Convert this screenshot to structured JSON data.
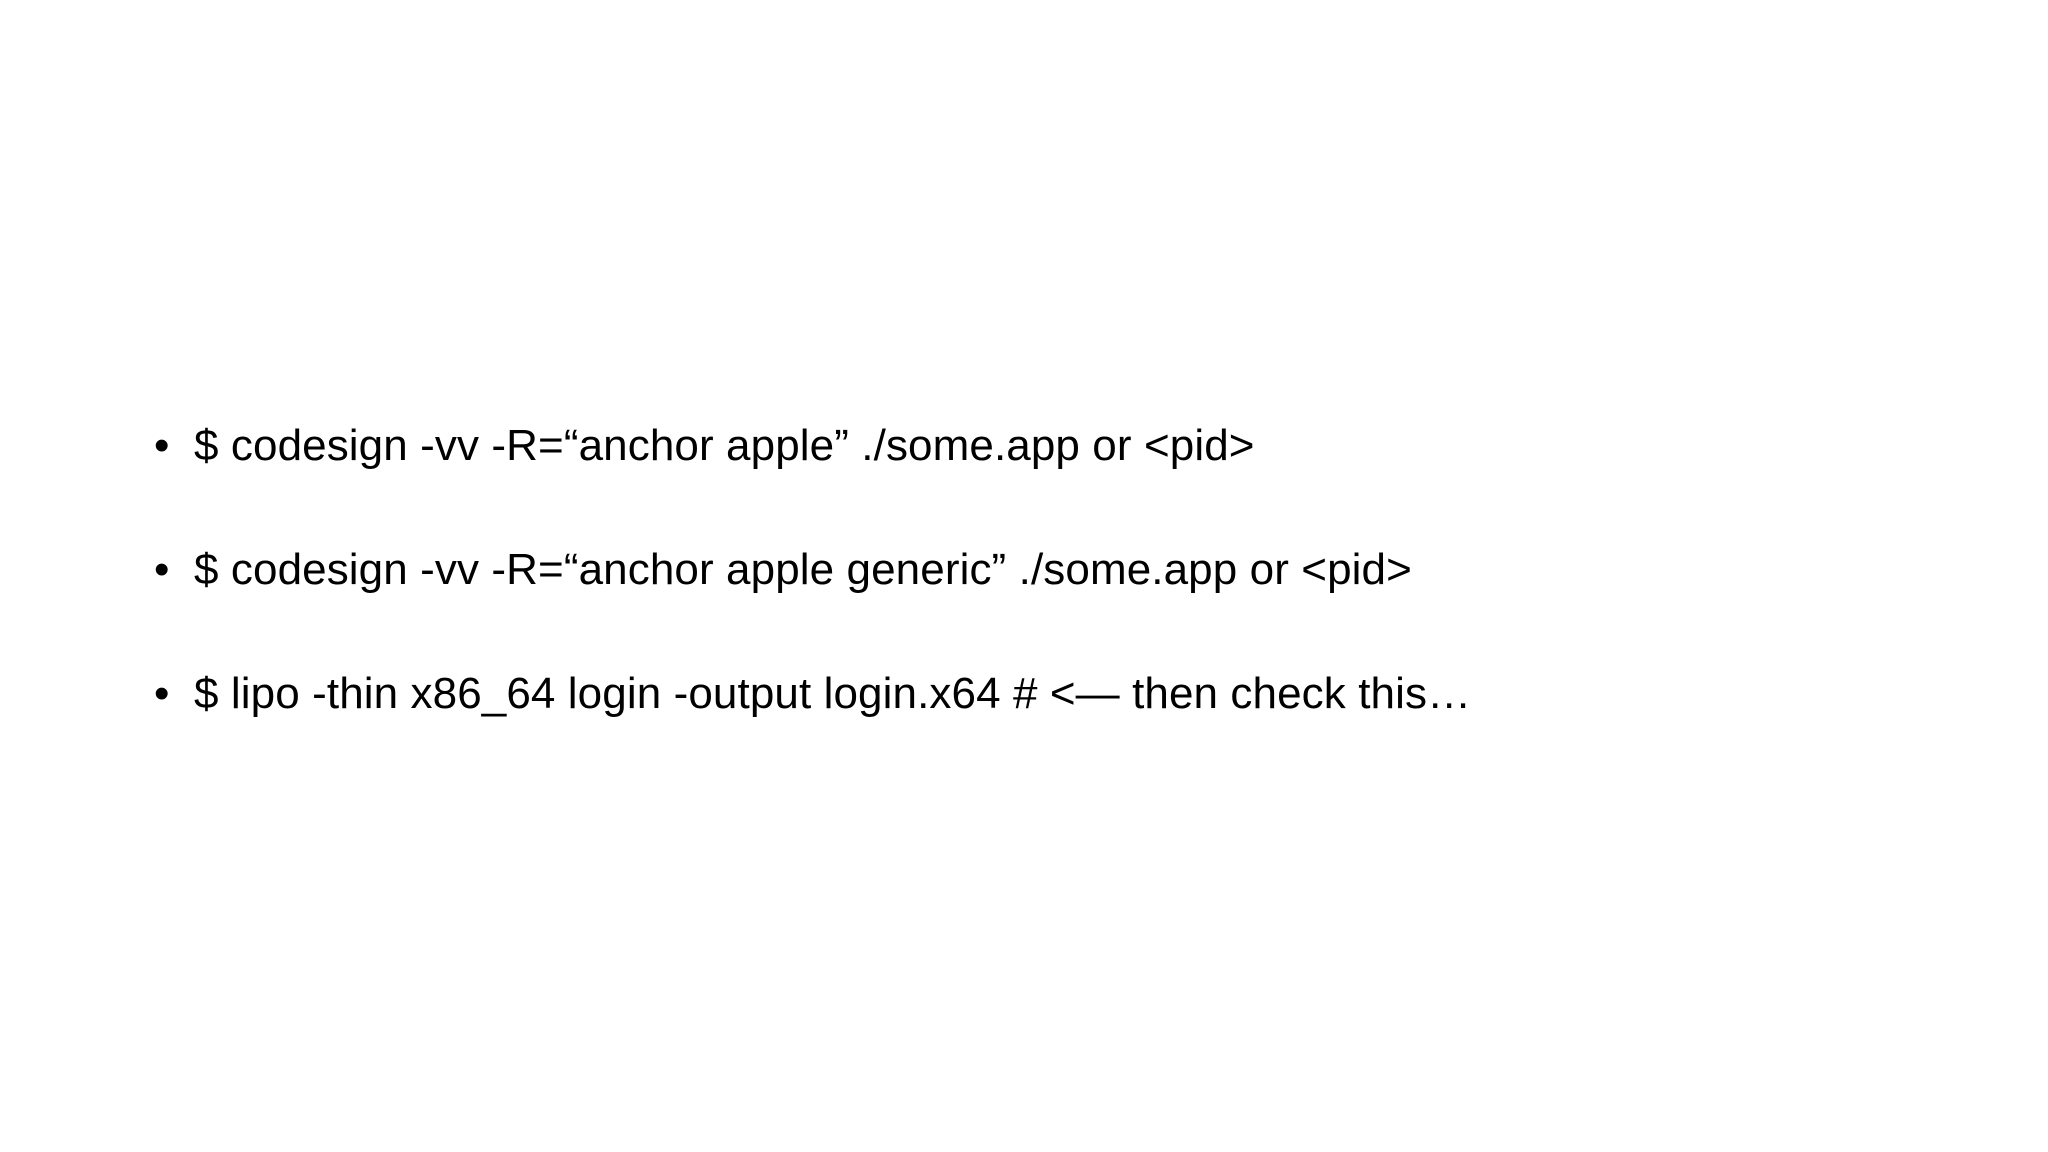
{
  "slide": {
    "background_color": "#ffffff",
    "text_color": "#000000",
    "bullet_glyph": "•",
    "bullets": [
      {
        "marker": "•",
        "text": "$ codesign -vv -R=“anchor apple” ./some.app or <pid>"
      },
      {
        "marker": "•",
        "text": "$ codesign -vv -R=“anchor apple generic” ./some.app or <pid>"
      },
      {
        "marker": "•",
        "text": "$ lipo -thin x86_64 login -output login.x64 # <— then check this…"
      }
    ]
  }
}
